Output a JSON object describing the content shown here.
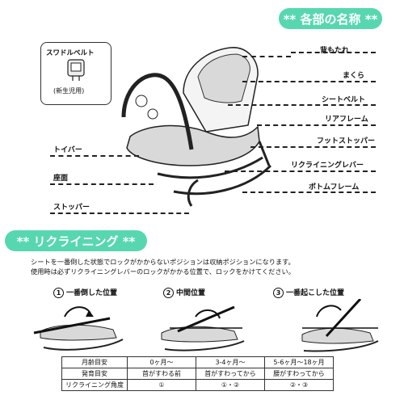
{
  "parts": {
    "title": "** 各部の名称 **",
    "swaddle": {
      "title": "スワドルベルト",
      "note": "(新生児用)"
    },
    "labels": {
      "backrest": "背もたれ",
      "pillow": "まくら",
      "seatbelt": "シートベルト",
      "rear_frame": "リアフレーム",
      "foot_stopper": "フットストッパー",
      "recline_lever": "リクライニングレバー",
      "bottom_frame": "ボトムフレーム",
      "toy_bar": "トイバー",
      "seat": "座面",
      "stopper": "ストッパー"
    }
  },
  "reclining": {
    "title": "** リクライニング **",
    "desc_line1": "シートを一番倒した状態でロックがかからないポジションは収納ポジションになります。",
    "desc_line2": "使用時は必ずリクライニングレバーのロックがかかる位置で、ロックをかけてください。",
    "positions": [
      {
        "num": "1",
        "label": "一番倒した位置"
      },
      {
        "num": "2",
        "label": "中間位置"
      },
      {
        "num": "3",
        "label": "一番起こした位置"
      }
    ],
    "table": {
      "rows": [
        {
          "head": "月齢目安",
          "values": [
            "0ヶ月～",
            "3-4ヶ月～",
            "5-6ヶ月～18ヶ月"
          ]
        },
        {
          "head": "発育目安",
          "values": [
            "首がすわる前",
            "首がすわってから",
            "腰がすわってから"
          ]
        },
        {
          "head": "リクライニング角度",
          "values": [
            "①",
            "①・②",
            "②・③"
          ]
        }
      ]
    }
  }
}
